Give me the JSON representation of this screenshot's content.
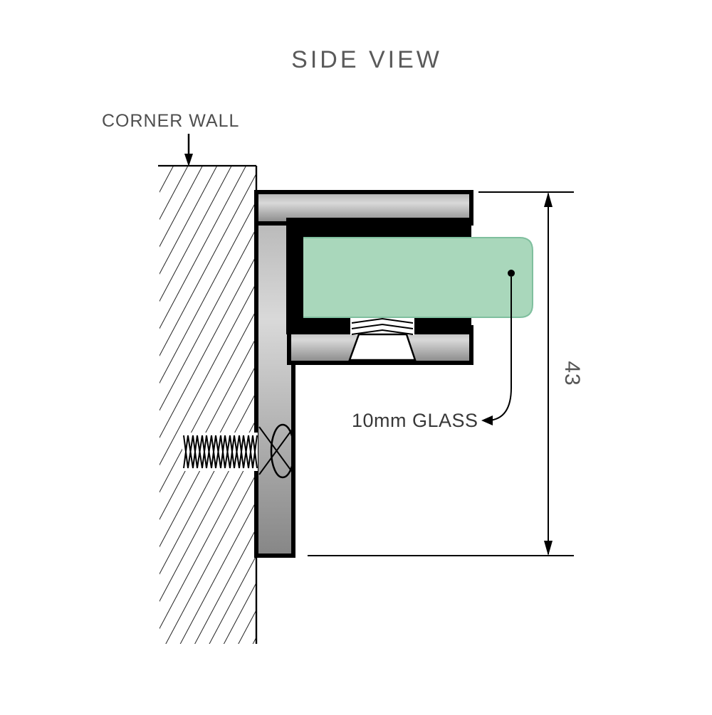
{
  "diagram": {
    "title": "SIDE VIEW",
    "callouts": {
      "corner_wall": "CORNER WALL",
      "glass": "10mm GLASS"
    },
    "dimension": {
      "value": "43"
    },
    "colors": {
      "glass_fill": "#a9d7bb",
      "glass_edge": "#7fbf9e",
      "metal_light": "#d9d9d9",
      "metal_mid": "#b0b0b0",
      "metal_dark": "#868686",
      "outline": "#000000",
      "hatch": "#222222",
      "title_text": "#5a5a5a",
      "callout_text": "#4f4f4f",
      "label_text": "#383838",
      "dimension_text": "#555555"
    }
  }
}
